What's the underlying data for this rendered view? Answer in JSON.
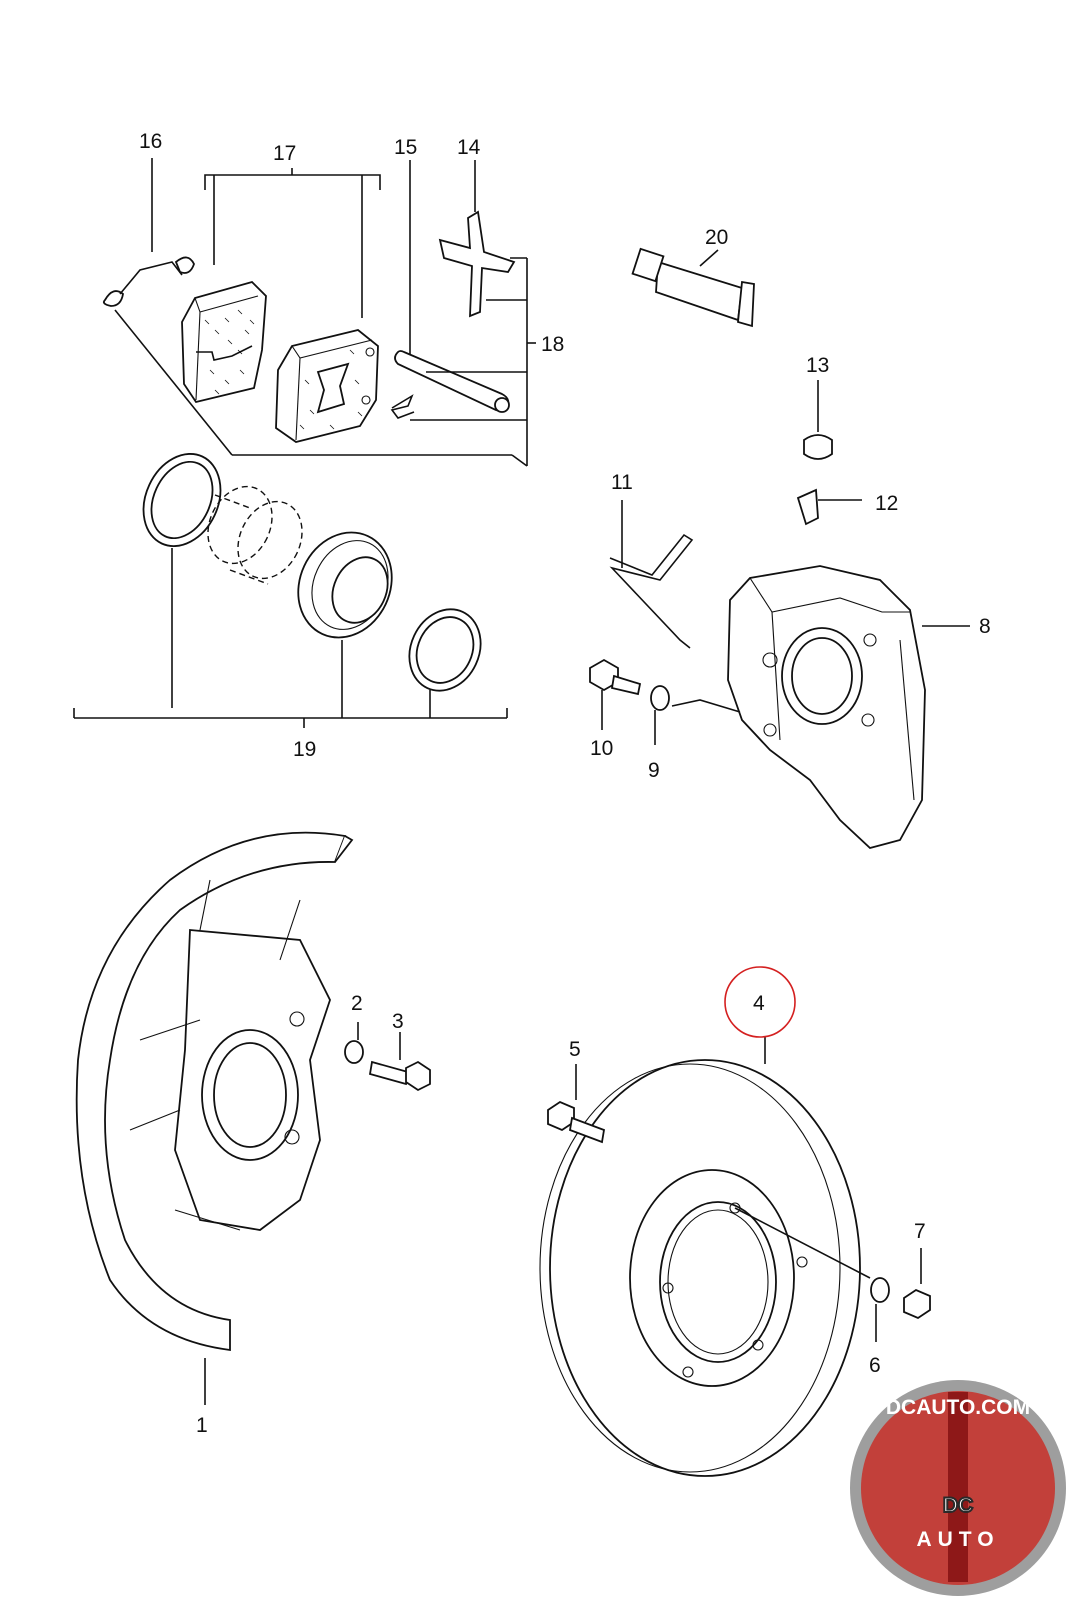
{
  "diagram": {
    "callouts": [
      {
        "id": "c1",
        "label": "1"
      },
      {
        "id": "c2",
        "label": "2"
      },
      {
        "id": "c3",
        "label": "3"
      },
      {
        "id": "c4",
        "label": "4"
      },
      {
        "id": "c5",
        "label": "5"
      },
      {
        "id": "c6",
        "label": "6"
      },
      {
        "id": "c7",
        "label": "7"
      },
      {
        "id": "c8",
        "label": "8"
      },
      {
        "id": "c9",
        "label": "9"
      },
      {
        "id": "c10",
        "label": "10"
      },
      {
        "id": "c11",
        "label": "11"
      },
      {
        "id": "c12",
        "label": "12"
      },
      {
        "id": "c13",
        "label": "13"
      },
      {
        "id": "c14",
        "label": "14"
      },
      {
        "id": "c15",
        "label": "15"
      },
      {
        "id": "c16",
        "label": "16"
      },
      {
        "id": "c17",
        "label": "17"
      },
      {
        "id": "c18",
        "label": "18"
      },
      {
        "id": "c19",
        "label": "19"
      },
      {
        "id": "c20",
        "label": "20"
      }
    ],
    "highlight": {
      "label": "4",
      "color": "#d42020"
    }
  },
  "logo": {
    "site": "DCAUTO.COM",
    "mark": "DC",
    "sub": "AUTO",
    "colors": {
      "ring": "#9e9e9e",
      "field": "#c2403a",
      "stripe": "#8e1818"
    }
  }
}
